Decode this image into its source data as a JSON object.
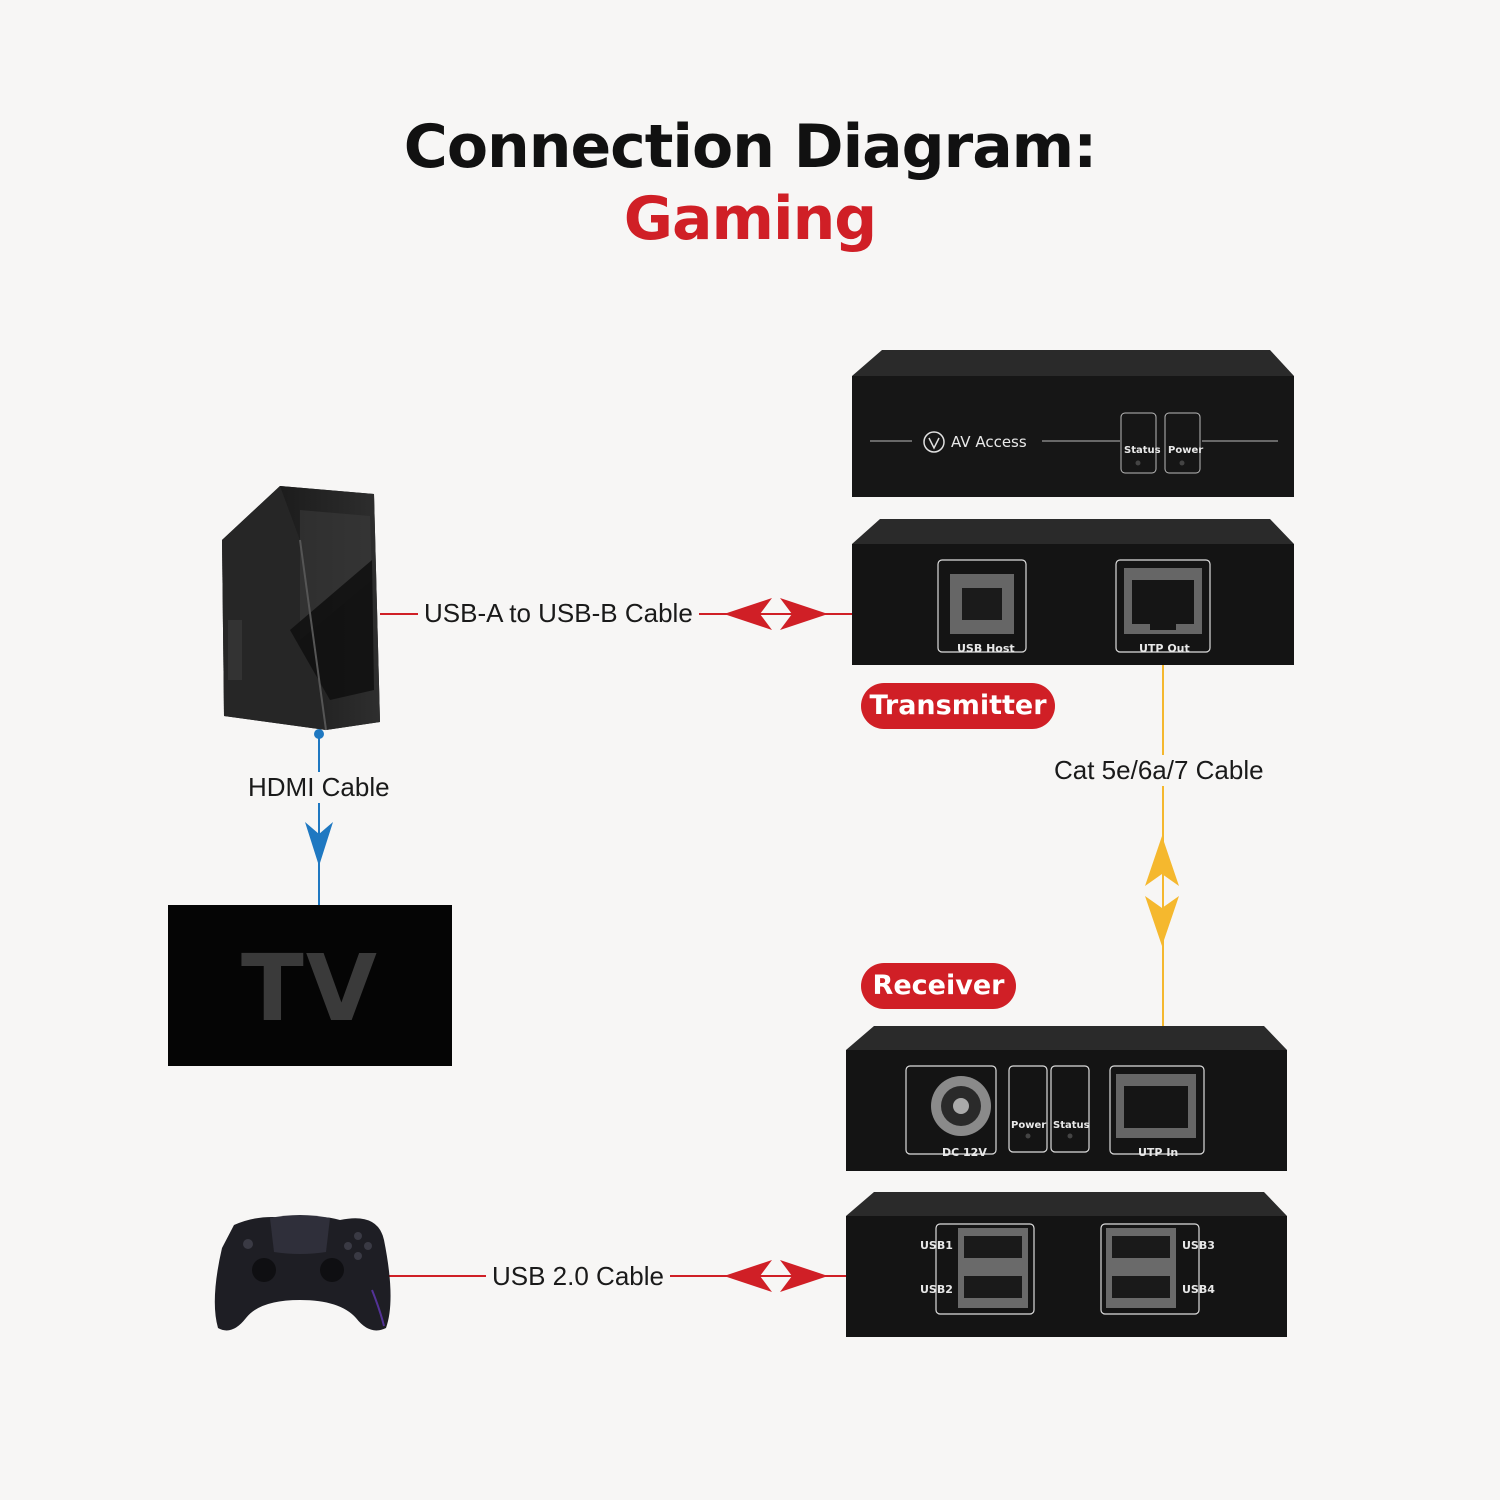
{
  "title": {
    "line1": "Connection Diagram:",
    "line2": "Gaming"
  },
  "labels": {
    "usb_ab_cable": "USB-A to USB-B Cable",
    "hdmi_cable": "HDMI Cable",
    "cat_cable": "Cat 5e/6a/7 Cable",
    "usb2_cable": "USB 2.0 Cable",
    "transmitter": "Transmitter",
    "receiver": "Receiver",
    "tv": "TV"
  },
  "transmitter": {
    "brand": "AV Access",
    "status": "Status",
    "power": "Power",
    "usb_host": "USB Host",
    "utp_out": "UTP Out"
  },
  "receiver": {
    "dc": "DC 12V",
    "power": "Power",
    "status": "Status",
    "utp_in": "UTP In",
    "usb1": "USB1",
    "usb2": "USB2",
    "usb3": "USB3",
    "usb4": "USB4"
  },
  "colors": {
    "accent_red": "#d01f26",
    "cable_yellow": "#f5b82e",
    "hdmi_blue": "#1f78c1",
    "device_black": "#151515"
  },
  "icons": [
    "pc-tower-icon",
    "game-controller-icon",
    "av-access-logo-icon"
  ]
}
